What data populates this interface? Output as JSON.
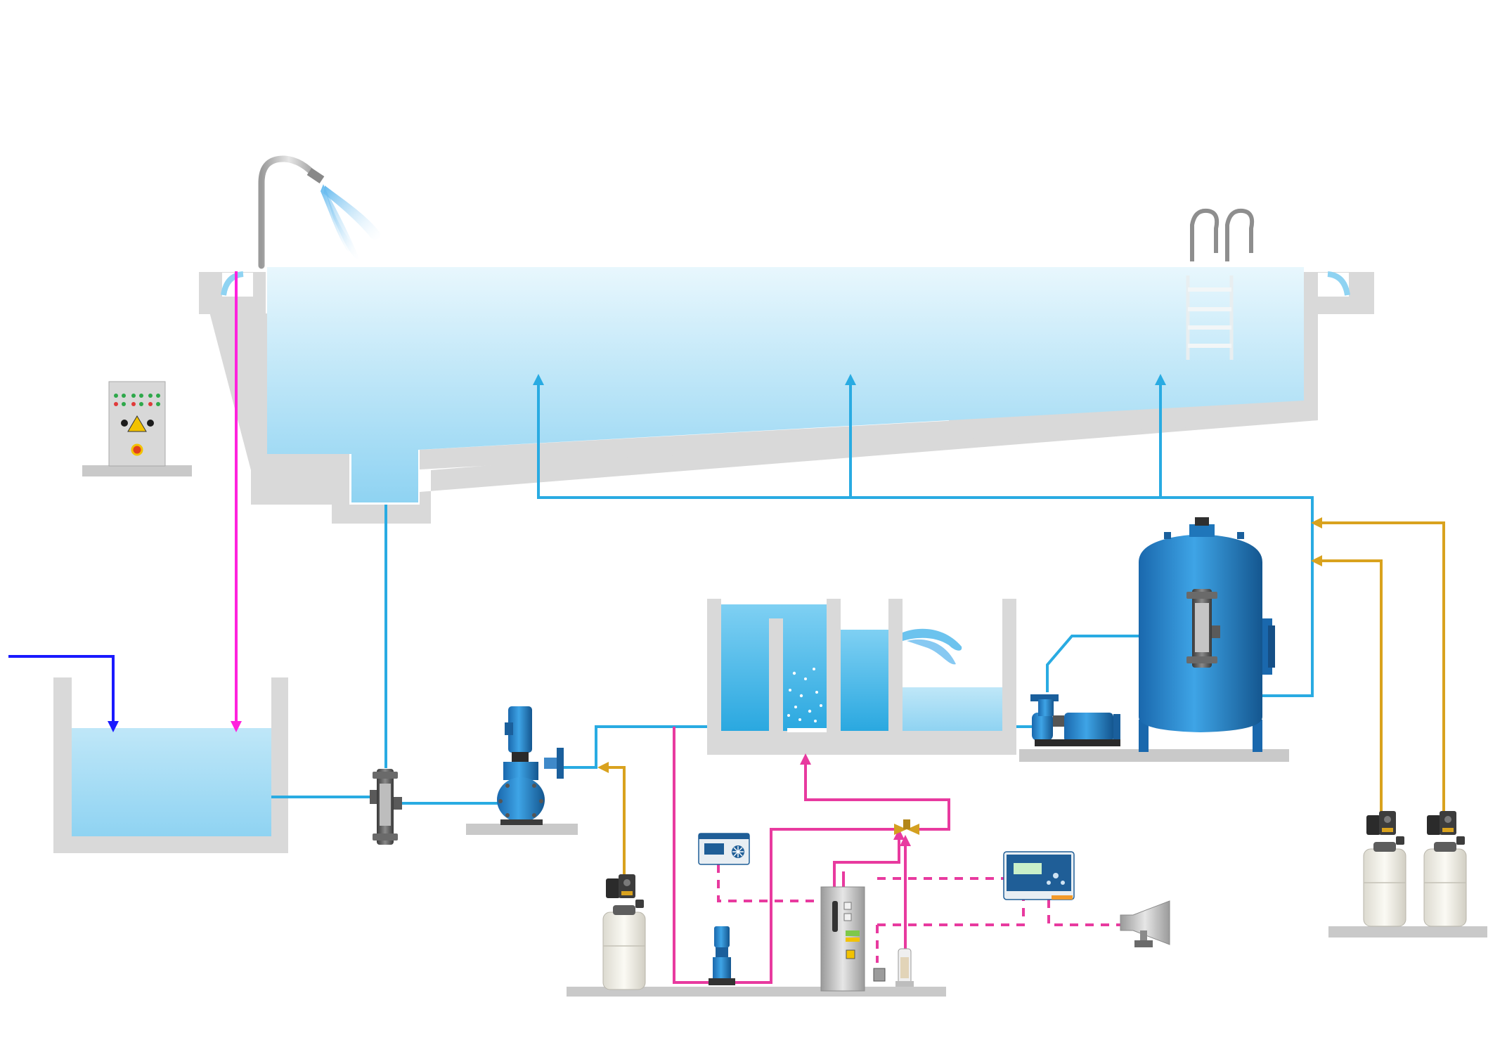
{
  "colors": {
    "water_line": "#29abe2",
    "fresh_water_line": "#1a1aff",
    "overflow_line": "#ff22dd",
    "ozone_line": "#e83a9f",
    "dosing_line": "#d9a21e",
    "signal_line": "#e83a9f",
    "pool_water_top": "#e6f6fd",
    "pool_water_bottom": "#8fd3f2",
    "equipment_blue": "#1f7fc4",
    "concrete": "#d9d9d9"
  },
  "components": [
    {
      "name": "pool-basin",
      "icon": "swimming-pool"
    },
    {
      "name": "water-feature",
      "icon": "water-spout"
    },
    {
      "name": "pool-ladder",
      "icon": "ladder"
    },
    {
      "name": "balance-tank",
      "icon": "tank"
    },
    {
      "name": "electrical-cabinet",
      "icon": "control-panel"
    },
    {
      "name": "inline-strainer",
      "icon": "strainer"
    },
    {
      "name": "circulation-pump",
      "icon": "vertical-pump"
    },
    {
      "name": "ozone-contact-tank",
      "icon": "contact-tank"
    },
    {
      "name": "booster-pump",
      "icon": "horizontal-pump"
    },
    {
      "name": "sand-filter",
      "icon": "pressure-filter"
    },
    {
      "name": "ozone-generator",
      "icon": "ozone-generator"
    },
    {
      "name": "ozone-monitor",
      "icon": "monitor"
    },
    {
      "name": "pool-controller",
      "icon": "controller"
    },
    {
      "name": "alarm-horn",
      "icon": "horn"
    },
    {
      "name": "dosing-stations",
      "icon": "dosing-pump"
    }
  ]
}
